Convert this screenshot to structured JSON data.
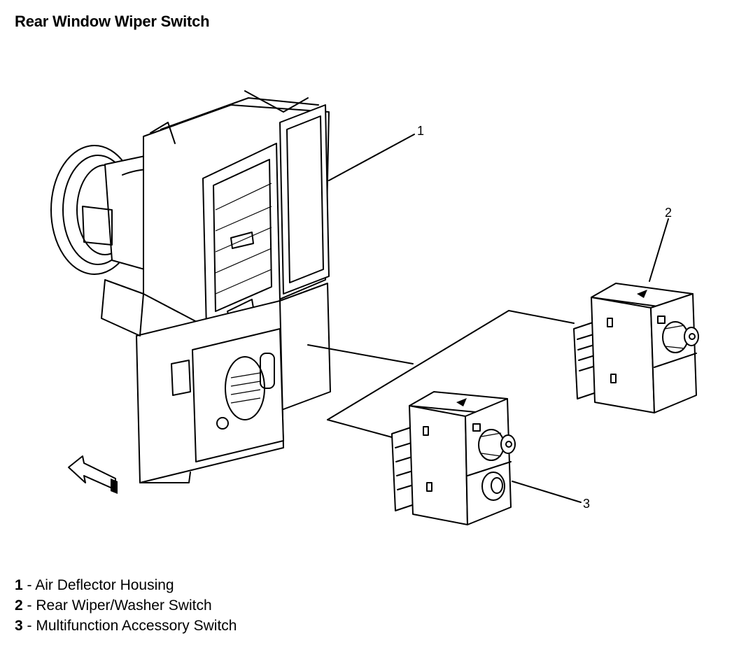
{
  "title": "Rear Window Wiper Switch",
  "callouts": {
    "c1": "1",
    "c2": "2",
    "c3": "3"
  },
  "legend": [
    {
      "num": "1",
      "sep": " - ",
      "label": "Air Deflector Housing"
    },
    {
      "num": "2",
      "sep": " - ",
      "label": "Rear Wiper/Washer Switch"
    },
    {
      "num": "3",
      "sep": " - ",
      "label": "Multifunction Accessory Switch"
    }
  ]
}
